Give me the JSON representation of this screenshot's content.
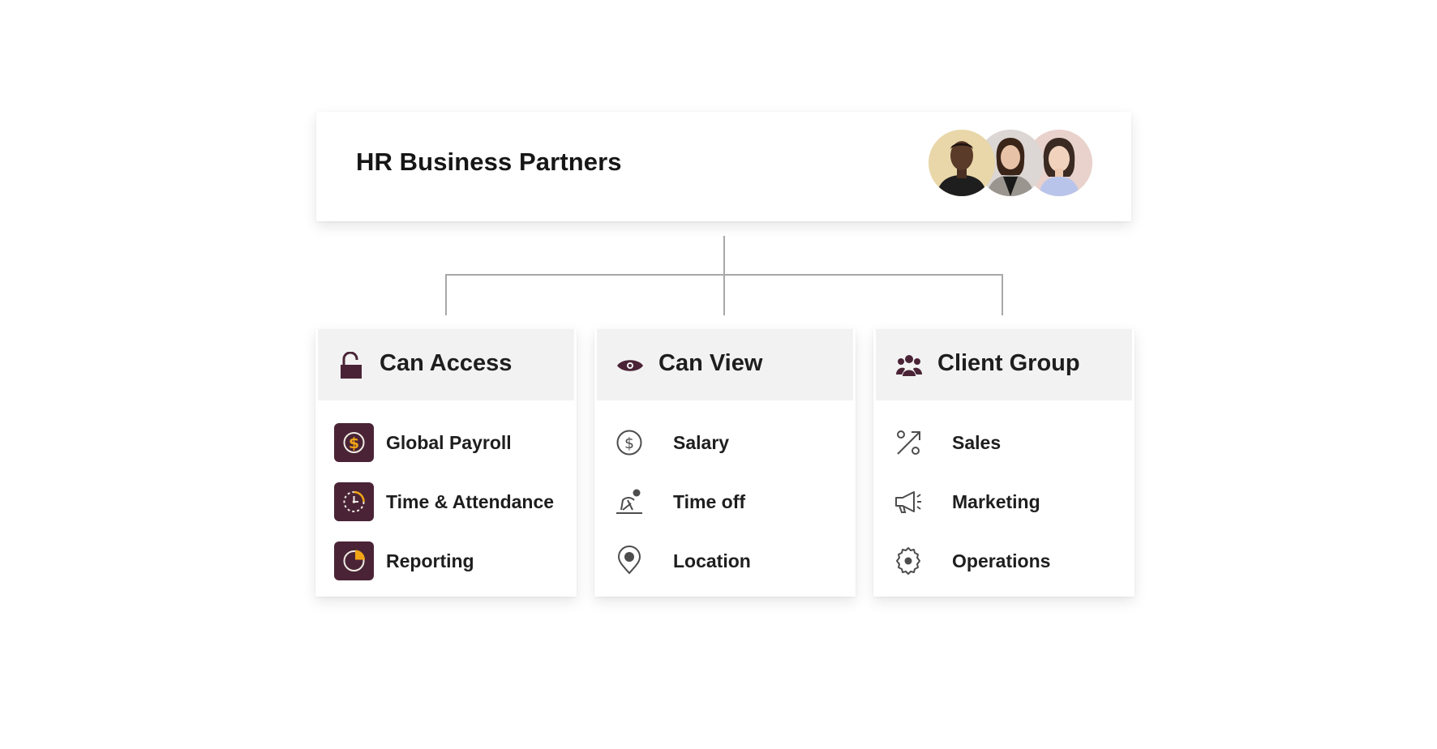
{
  "header": {
    "title": "HR Business Partners",
    "avatars": [
      {
        "name": "avatar-1",
        "bg": "#e9d6a8"
      },
      {
        "name": "avatar-2",
        "bg": "#d9d2cf"
      },
      {
        "name": "avatar-3",
        "bg": "#e7cfc9"
      }
    ]
  },
  "columns": [
    {
      "title": "Can Access",
      "icon": "unlocked-padlock-icon",
      "items": [
        {
          "label": "Global Payroll",
          "icon": "dollar-coin-icon"
        },
        {
          "label": "Time & Attendance",
          "icon": "clock-icon"
        },
        {
          "label": "Reporting",
          "icon": "pie-chart-icon"
        }
      ]
    },
    {
      "title": "Can View",
      "icon": "eye-icon",
      "items": [
        {
          "label": "Salary",
          "icon": "dollar-circle-icon"
        },
        {
          "label": "Time off",
          "icon": "beach-umbrella-icon"
        },
        {
          "label": "Location",
          "icon": "map-pin-icon"
        }
      ]
    },
    {
      "title": "Client Group",
      "icon": "people-group-icon",
      "items": [
        {
          "label": "Sales",
          "icon": "percent-icon"
        },
        {
          "label": "Marketing",
          "icon": "megaphone-icon"
        },
        {
          "label": "Operations",
          "icon": "gear-icon"
        }
      ]
    }
  ],
  "colors": {
    "accent": "#4a2436",
    "icon_highlight": "#f2a516",
    "outline_icon": "#4d4d4d"
  }
}
